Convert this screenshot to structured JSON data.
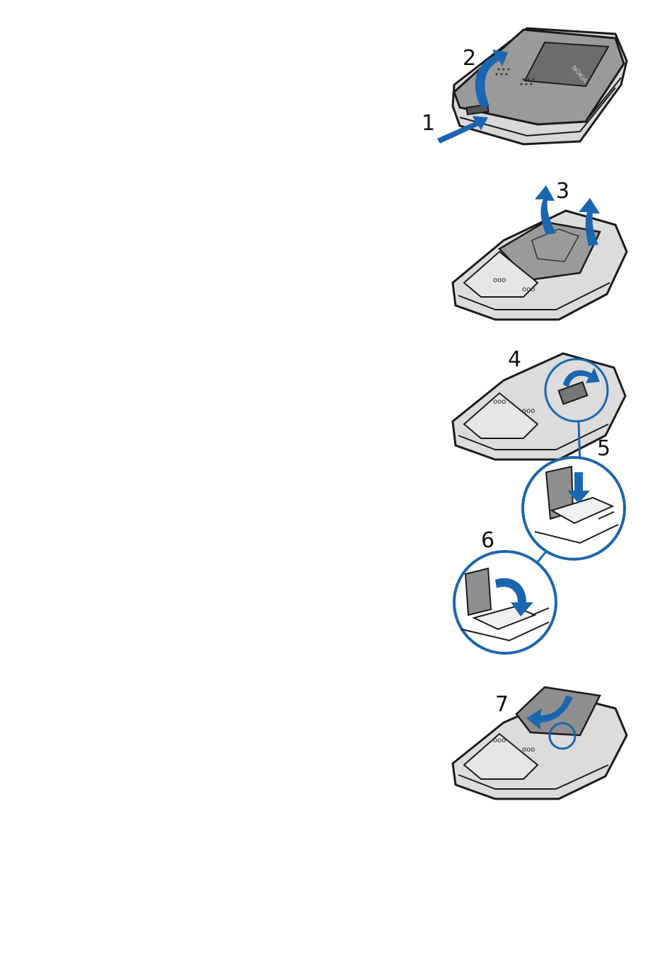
{
  "colors": {
    "arrow": "#1a66b0",
    "outline": "#1b1b1b",
    "device_dark": "#8a8a8a",
    "device_mid": "#b5b5b5",
    "device_light": "#e8e8e8",
    "circle": "#1a66b0"
  },
  "steps": [
    {
      "label": "1"
    },
    {
      "label": "2"
    },
    {
      "label": "3"
    },
    {
      "label": "4"
    },
    {
      "label": "5"
    },
    {
      "label": "6"
    },
    {
      "label": "7"
    }
  ],
  "device": {
    "brand_text": "NOKIA",
    "key_text": "ooo"
  },
  "icons": [
    "push-arrow-icon",
    "lift-arrow-icon",
    "down-arrow-icon",
    "curved-arrow-icon",
    "zoom-circle-icon"
  ]
}
